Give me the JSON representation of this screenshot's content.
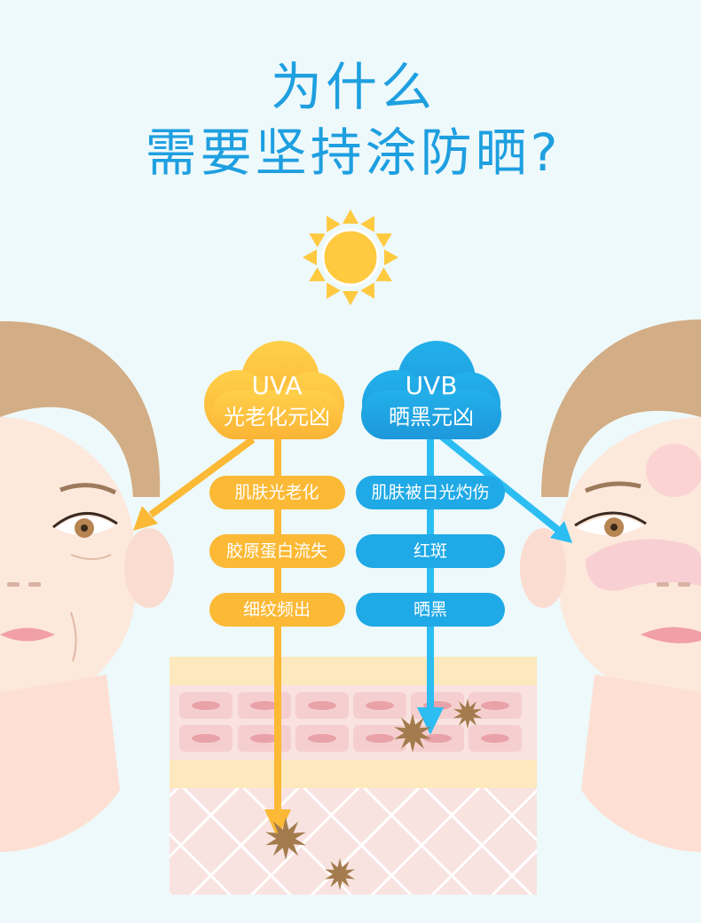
{
  "title": {
    "line1": "为什么",
    "line2": "需要坚持涂防晒?"
  },
  "uva": {
    "name": "UVA",
    "subtitle": "光老化元凶",
    "effects": [
      "肌肤光老化",
      "胶原蛋白流失",
      "细纹频出"
    ],
    "color": "#fbb935"
  },
  "uvb": {
    "name": "UVB",
    "subtitle": "晒黑元凶",
    "effects": [
      "肌肤被日光灼伤",
      "红斑",
      "晒黑"
    ],
    "color": "#1fa9e6"
  },
  "icons": [
    "sun-icon",
    "cloud-icon",
    "damage-star-icon"
  ]
}
